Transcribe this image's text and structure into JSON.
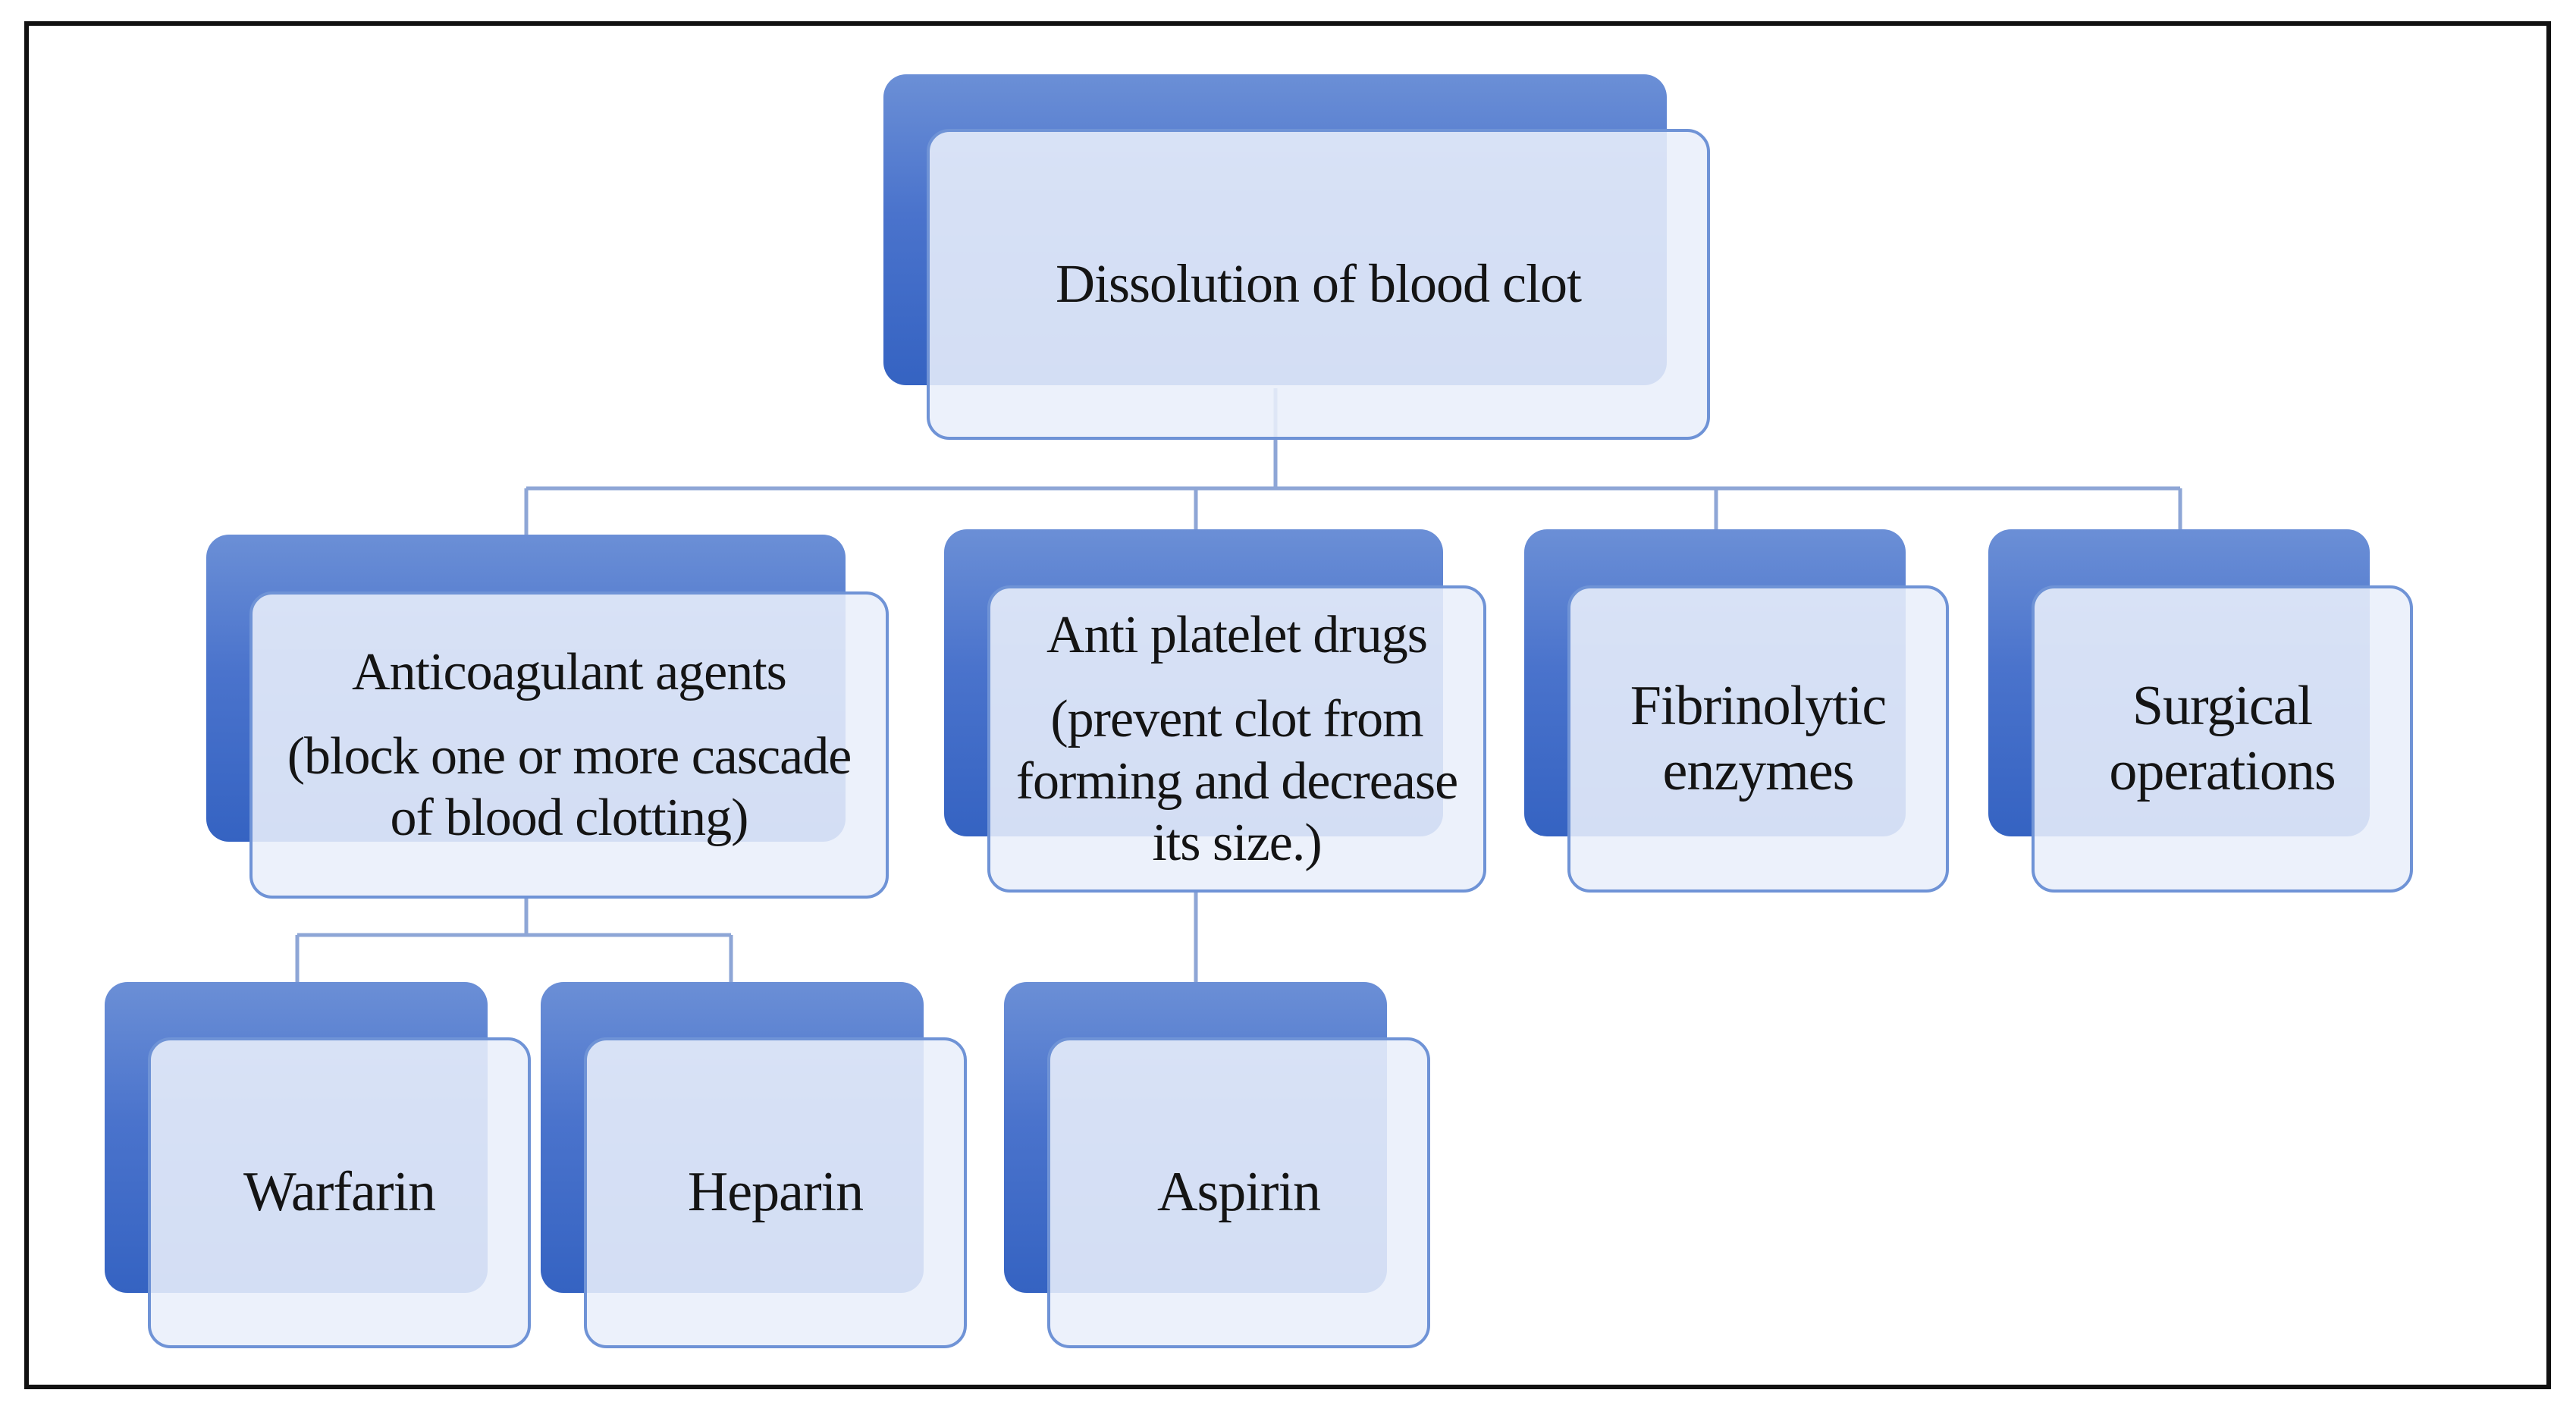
{
  "diagram": {
    "root": {
      "label": "Dissolution of blood clot"
    },
    "anticoagulant": {
      "title": "Anticoagulant agents",
      "note": "(block one or more cascade of blood clotting)"
    },
    "antiplatelet": {
      "title": "Anti platelet drugs",
      "note": "(prevent clot from forming and decrease its size.)"
    },
    "fibrinolytic": {
      "label": "Fibrinolytic enzymes"
    },
    "surgical": {
      "label": "Surgical operations"
    },
    "warfarin": {
      "label": "Warfarin"
    },
    "heparin": {
      "label": "Heparin"
    },
    "aspirin": {
      "label": "Aspirin"
    },
    "colors": {
      "node_back": "#4a73cc",
      "node_front": "#e9effa",
      "node_border": "#6f93d6",
      "connector": "#8ea6d6",
      "frame": "#111111"
    }
  }
}
